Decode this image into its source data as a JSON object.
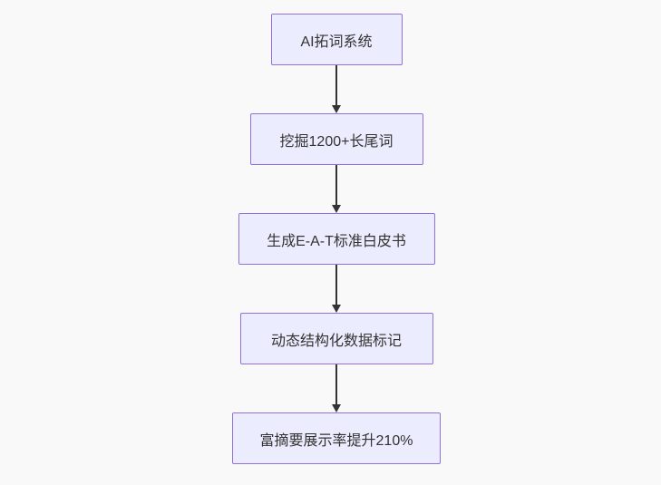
{
  "diagram": {
    "type": "flowchart",
    "direction": "top-down",
    "nodes": [
      {
        "id": "n1",
        "label": "AI拓词系统"
      },
      {
        "id": "n2",
        "label": "挖掘1200+长尾词"
      },
      {
        "id": "n3",
        "label": "生成E-A-T标准白皮书"
      },
      {
        "id": "n4",
        "label": "动态结构化数据标记"
      },
      {
        "id": "n5",
        "label": "富摘要展示率提升210%"
      }
    ],
    "edges": [
      {
        "from": "n1",
        "to": "n2",
        "style": "arrow-down"
      },
      {
        "from": "n2",
        "to": "n3",
        "style": "arrow-down"
      },
      {
        "from": "n3",
        "to": "n4",
        "style": "arrow-down"
      },
      {
        "from": "n4",
        "to": "n5",
        "style": "arrow-down"
      }
    ],
    "colors": {
      "node_fill": "#ECECFF",
      "node_border": "#9370DB",
      "arrow": "#333333",
      "text": "#333333",
      "background": "#f9f9f9"
    }
  }
}
